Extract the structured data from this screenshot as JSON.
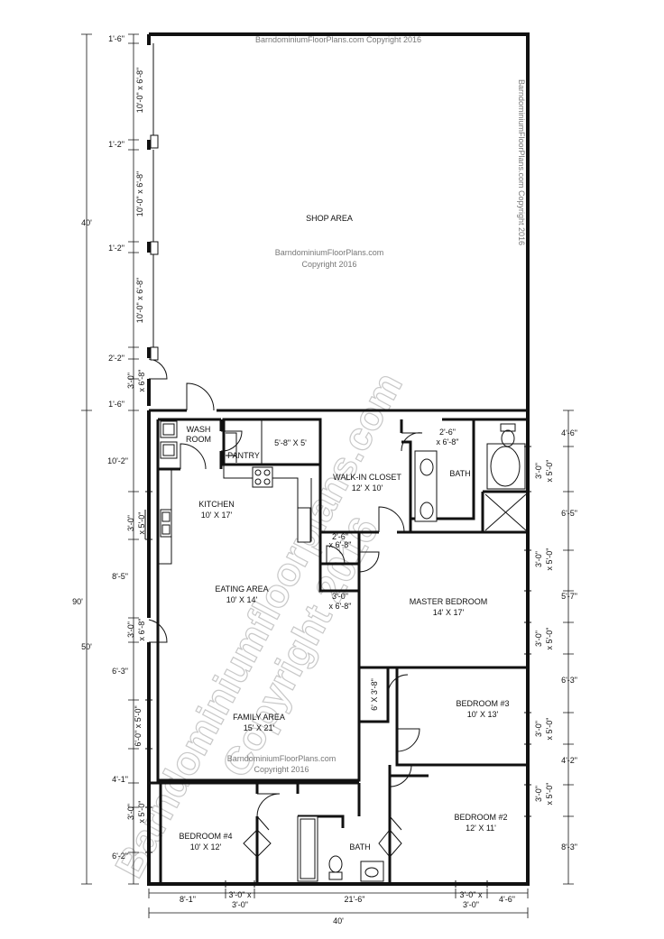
{
  "watermark": {
    "top": "BarndominiumFloorPlans.com Copyright 2016",
    "side": "BarndominiumFloorPlans.com Copyright 2016",
    "shop_line1": "BarndominiumFloorPlans.com",
    "shop_line2": "Copyright 2016",
    "diag_line1": "Barndominiumfloorplans.com",
    "diag_line2": "Copyright 2016",
    "family_line1": "BarndominiumFloorPlans.com",
    "family_line2": "Copyright 2016"
  },
  "rooms": {
    "shop": "SHOP AREA",
    "wash_1": "WASH",
    "wash_2": "ROOM",
    "pantry": "PANTRY",
    "small_room": "5'-8\" X 5'",
    "kitchen_name": "KITCHEN",
    "kitchen_size": "10' X 17'",
    "eating_name": "EATING AREA",
    "eating_size": "10' X 14'",
    "family_name": "FAMILY AREA",
    "family_size": "15' X 21'",
    "closet_name": "WALK-IN CLOSET",
    "closet_size": "12' X 10'",
    "master_bath": "BATH",
    "master_name": "MASTER BEDROOM",
    "master_size": "14' X 17'",
    "bed3_name": "BEDROOM #3",
    "bed3_size": "10' X 13'",
    "bed2_name": "BEDROOM #2",
    "bed2_size": "12' X 11'",
    "bed4_name": "BEDROOM #4",
    "bed4_size": "10' X 12'",
    "hall_bath": "BATH",
    "hall_closet": "6' X 3'-8\""
  },
  "door_labels": {
    "closet_door_1": "2'-6\"",
    "closet_door_2": "x 6'-8\"",
    "hall_door_1": "2'-6\"",
    "hall_door_2": "x 6'-8\"",
    "master_door_1": "3'-0\"",
    "master_door_2": "x 6'-8\""
  },
  "dims_left": {
    "total": "90'",
    "shop": "40'",
    "house": "50'",
    "d1": "1'-6\"",
    "d2": "10'-0\" x 6'-8\"",
    "d3": "1'-2\"",
    "d4": "10'-0\" x 6'-8\"",
    "d5": "1'-2\"",
    "d6": "10'-0\" x 6'-8\"",
    "d7": "2'-2\"",
    "d8a": "3'-0\"",
    "d8b": "x 6'-8\"",
    "d9": "1'-6\"",
    "d10": "10'-2\"",
    "d11a": "3'-0\"",
    "d11b": "x 5'-0\"",
    "d12": "8'-5\"",
    "d13a": "3'-0\"",
    "d13b": "x 6'-8\"",
    "d14": "6'-3\"",
    "d15": "6'-0\" x 5'-0\"",
    "d16": "4'-1\"",
    "d17a": "3'-0\"",
    "d17b": "x 5'-0\"",
    "d18": "6'-2\""
  },
  "dims_right": {
    "r1": "4'-6\"",
    "r2a": "3'-0\"",
    "r2b": "x 5'-0\"",
    "r3": "6'-5\"",
    "r4a": "3'-0\"",
    "r4b": "x 5'-0\"",
    "r5": "5'-7\"",
    "r6a": "3'-0\"",
    "r6b": "x 5'-0\"",
    "r7": "6'-3\"",
    "r8a": "3'-0\"",
    "r8b": "x 5'-0\"",
    "r9": "4'-2\"",
    "r10a": "3'-0\"",
    "r10b": "x 5'-0\"",
    "r11": "8'-3\""
  },
  "dims_bottom": {
    "b1": "8'-1\"",
    "b2a": "3'-0\" x",
    "b2b": "3'-0\"",
    "b3": "21'-6\"",
    "b4a": "3'-0\" x",
    "b4b": "3'-0\"",
    "b5": "4'-6\"",
    "total": "40'"
  }
}
